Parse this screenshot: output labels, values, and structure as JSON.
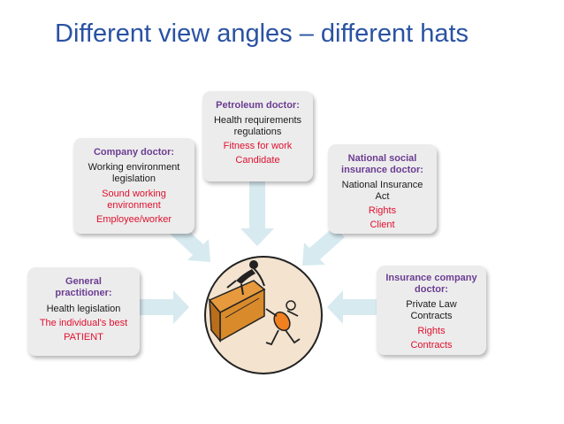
{
  "title": "Different view angles – different hats",
  "colors": {
    "title": "#2a52a3",
    "heading": "#6b3d92",
    "highlight": "#e0102e",
    "card_bg": "#ececec",
    "arrow": "#d7eaf0"
  },
  "cards": {
    "general_practitioner": {
      "heading": [
        "General",
        "practitioner:"
      ],
      "lines": [
        "Health legislation"
      ],
      "highlights": [
        "The individual's best",
        "PATIENT"
      ]
    },
    "company_doctor": {
      "heading": [
        "Company doctor:"
      ],
      "lines": [
        "Working environment",
        "legislation"
      ],
      "highlights": [
        "Sound working",
        "environment",
        "Employee/worker"
      ]
    },
    "petroleum_doctor": {
      "heading": [
        "Petroleum doctor:"
      ],
      "lines": [
        "Health requirements",
        "regulations"
      ],
      "highlights": [
        "Fitness for work",
        "Candidate"
      ]
    },
    "national_social_insurance_doctor": {
      "heading": [
        "National social",
        "insurance doctor:"
      ],
      "lines": [
        "National Insurance",
        "Act"
      ],
      "highlights": [
        "Rights",
        "Client"
      ]
    },
    "insurance_company_doctor": {
      "heading": [
        "Insurance company",
        "doctor:"
      ],
      "lines": [
        "Private Law",
        "Contracts"
      ],
      "highlights": [
        "Rights",
        "Contracts"
      ]
    }
  },
  "center_illustration": {
    "icon": "doctor-and-patient-desk-clipart"
  }
}
